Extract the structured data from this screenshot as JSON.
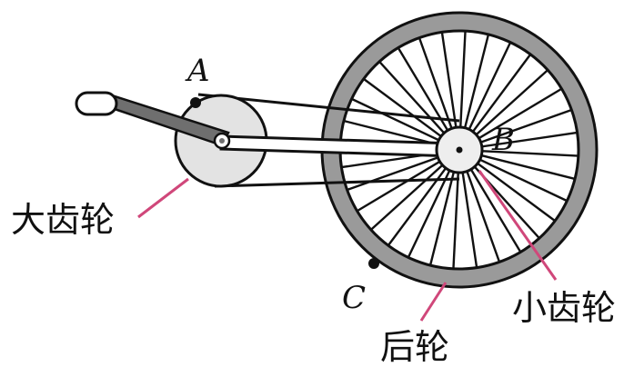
{
  "labels": {
    "point_a": "A",
    "point_b": "B",
    "point_c": "C",
    "big_gear": "大齿轮",
    "small_gear": "小齿轮",
    "rear_wheel": "后轮"
  },
  "colors": {
    "outline": "#111111",
    "gear_fill": "#e3e3e3",
    "rim": "#9a9a9a",
    "pointer": "#d0477a",
    "pedal_arm": "#6f6f6f"
  },
  "wheel": {
    "spoke_count": 32
  }
}
